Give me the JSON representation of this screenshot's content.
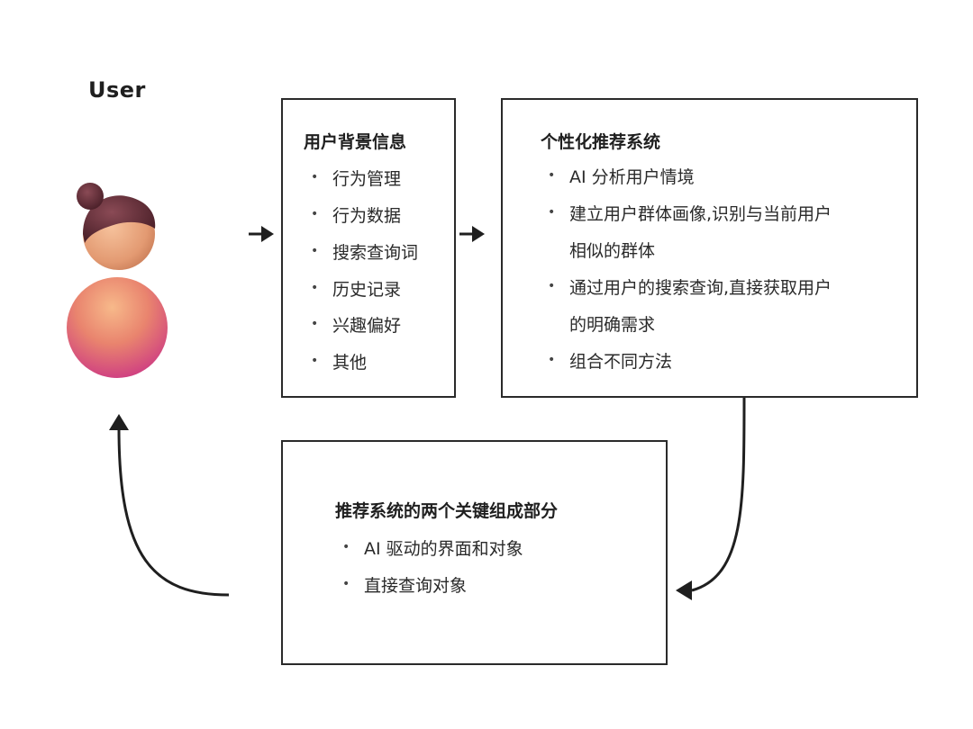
{
  "user": {
    "label": "User"
  },
  "background_box": {
    "title": "用户背景信息",
    "items": [
      "行为管理",
      "行为数据",
      "搜索查询词",
      "历史记录",
      "兴趣偏好",
      "其他"
    ]
  },
  "recommend_box": {
    "title": "个性化推荐系统",
    "items": [
      [
        "AI 分析用户情境"
      ],
      [
        "建立用户群体画像,识别与当前用户",
        "相似的群体"
      ],
      [
        "通过用户的搜索查询,直接获取用户",
        "的明确需求"
      ],
      [
        "组合不同方法"
      ]
    ]
  },
  "components_box": {
    "title": "推荐系统的两个关键组成部分",
    "items": [
      "AI 驱动的界面和对象",
      "直接查询对象"
    ]
  },
  "colors": {
    "border": "#2a2a2a",
    "hair": "#5a2a33",
    "face": "#e8a07a",
    "body_top": "#f0a070",
    "body_bottom": "#d23f8a"
  }
}
